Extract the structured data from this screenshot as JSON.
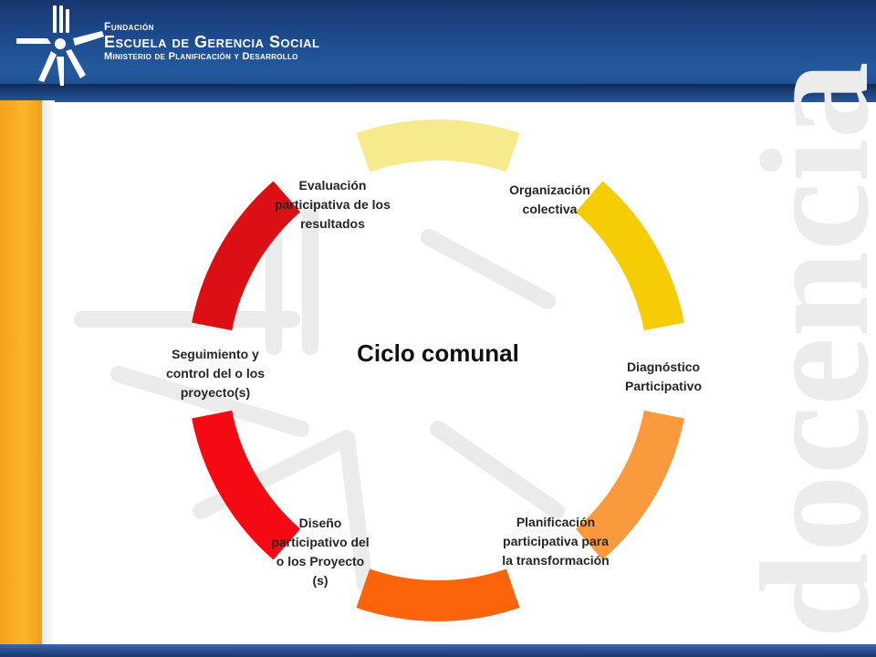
{
  "header": {
    "line1": "Fundación",
    "line2": "Escuela de Gerencia Social",
    "line3": "Ministerio de Planificación y Desarrollo",
    "brand_color": "#1d4a8c",
    "accent_color": "#fbb52b"
  },
  "watermark_text": "docencia",
  "diagram": {
    "center_title": "Ciclo comunal",
    "stages": [
      {
        "label": "Organización colectiva",
        "color": "#f5ea8c"
      },
      {
        "label": "Diagnóstico Participativo",
        "color": "#f6cc05"
      },
      {
        "label": "Planificación participativa para la transformación",
        "color": "#fb9a3c"
      },
      {
        "label": "Diseño participativo del o los Proyecto (s)",
        "color": "#fb640a"
      },
      {
        "label": "Seguimiento y control del o los proyecto(s)",
        "color": "#f50a14"
      },
      {
        "label": "Evaluación participativa de los resultados",
        "color": "#dc0f14"
      }
    ]
  }
}
